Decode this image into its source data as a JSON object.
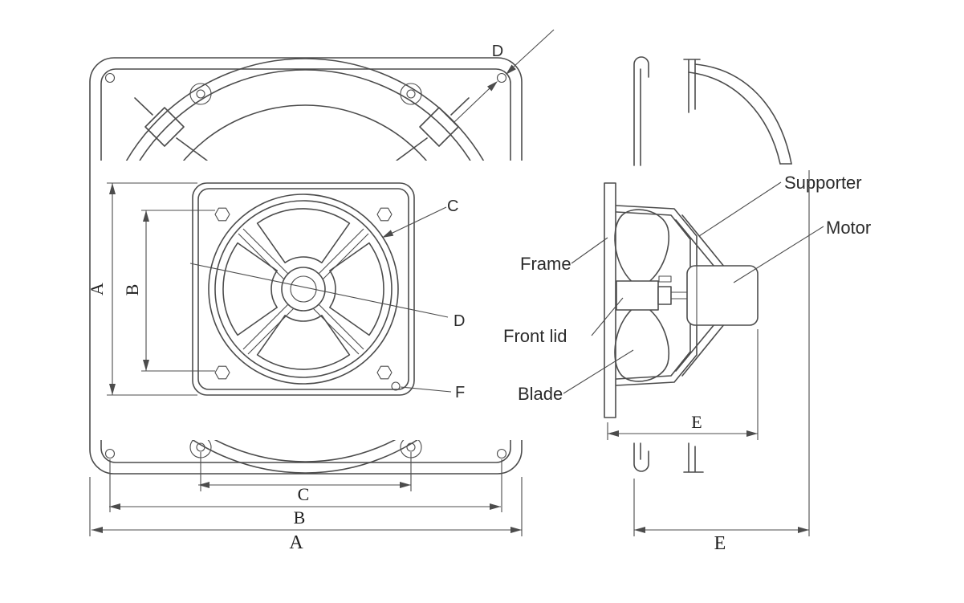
{
  "diagram": {
    "front_view": {
      "callouts": {
        "c": "C",
        "d_top": "D",
        "d_mid": "D",
        "f": "F"
      },
      "dimensions": {
        "a_left": "A",
        "b_left": "B",
        "c_bottom": "C",
        "b_bottom": "B",
        "a_bottom": "A"
      }
    },
    "side_view": {
      "parts": {
        "supporter": "Supporter",
        "motor": "Motor",
        "frame": "Frame",
        "front_lid": "Front lid",
        "blade": "Blade"
      },
      "dimensions": {
        "e_inner": "E",
        "e_bottom": "E"
      }
    },
    "colors": {
      "line": "#4c4c4c",
      "text": "#2b2b2b",
      "background": "#ffffff"
    }
  }
}
